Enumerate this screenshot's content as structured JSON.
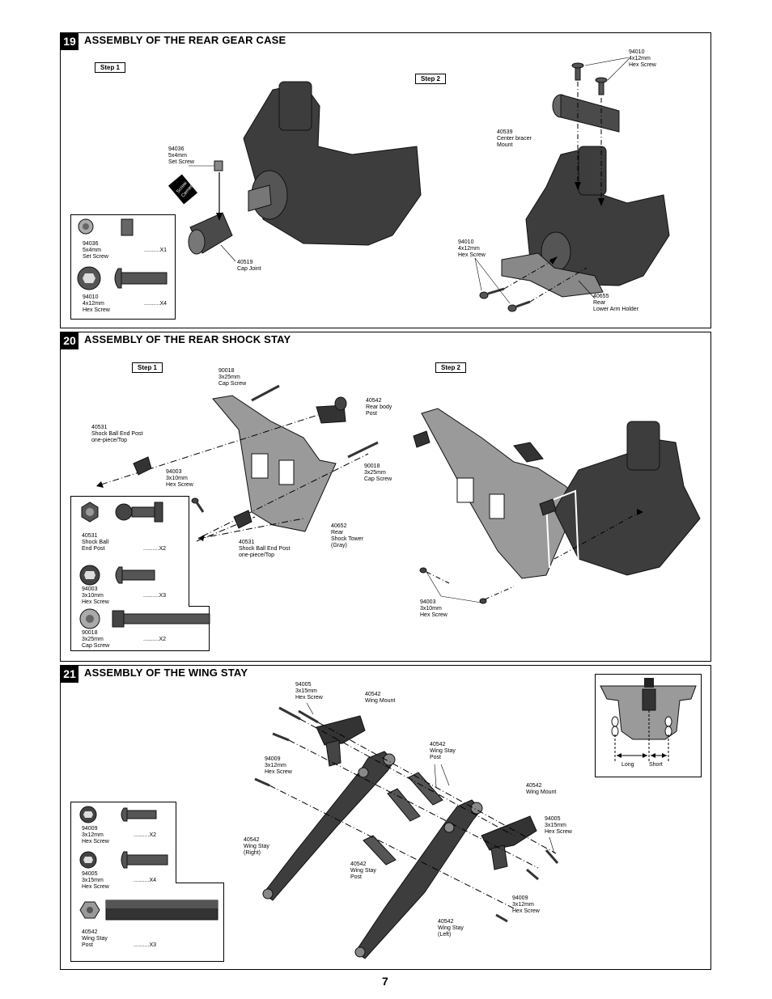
{
  "sec19": {
    "num": "19",
    "title": "ASSEMBLY OF THE REAR GEAR CASE",
    "step1": "Step 1",
    "step2": "Step 2",
    "lbl_94036": "94036\n5x4mm\nSet Screw",
    "lbl_screw_cement": "Screw\nCement",
    "lbl_40519": "40519\nCap Joint",
    "lbl_94010_top": "94010\n4x12mm\nHex Screw",
    "lbl_40539": "40539\nCenter bracer\nMount",
    "lbl_94010_side": "94010\n4x12mm\nHex Screw",
    "lbl_40655": "40655\nRear\nLower Arm Holder",
    "parts": [
      {
        "text": "94036\n5x4mm\nSet Screw",
        "qty": "..........X1"
      },
      {
        "text": "94010\n4x12mm\nHex Screw",
        "qty": "..........X4"
      }
    ]
  },
  "sec20": {
    "num": "20",
    "title": "ASSEMBLY OF THE REAR SHOCK STAY",
    "step1": "Step 1",
    "step2": "Step 2",
    "lbl_90018_top": "90018\n3x25mm\nCap Screw",
    "lbl_40542": "40542\nRear body\nPost",
    "lbl_40531_top": "40531\nShock Ball End Post\none-piece/Top",
    "lbl_94003_mid": "94003\n3x10mm\nHex Screw",
    "lbl_90018_mid": "90018\n3x25mm\nCap Screw",
    "lbl_40652": "40652\nRear\nShock Tower\n(Gray)",
    "lbl_40531_bot": "40531\nShock Ball End Post\none-piece/Top",
    "lbl_94003_right": "94003\n3x10mm\nHex Screw",
    "parts": [
      {
        "text": "40531\nShock Ball\nEnd Post",
        "qty": "..........X2"
      },
      {
        "text": "94003\n3x10mm\nHex Screw",
        "qty": "..........X3"
      },
      {
        "text": "90018\n3x25mm\nCap Screw",
        "qty": "..........X2"
      }
    ]
  },
  "sec21": {
    "num": "21",
    "title": "ASSEMBLY OF THE WING STAY",
    "lbl_94005_top": "94005\n3x15mm\nHex Screw",
    "lbl_40542_mount_top": "40542\nWing Mount",
    "lbl_94009_left": "94009\n3x12mm\nHex Screw",
    "lbl_40542_post_top": "40542\nWing Stay\nPost",
    "lbl_40542_mount_right": "40542\nWing Mount",
    "lbl_94005_right": "94005\n3x15mm\nHex Screw",
    "lbl_40542_right": "40542\nWing Stay\n(Right)",
    "lbl_40542_post_bot": "40542\nWing Stay\nPost",
    "lbl_94009_right": "94009\n3x12mm\nHex Screw",
    "lbl_40542_left": "40542\nWing Stay\n(Left)",
    "inset_long": "Long",
    "inset_short": "Short",
    "parts": [
      {
        "text": "94009\n3x12mm\nHex Screw",
        "qty": "..........X2"
      },
      {
        "text": "94005\n3x15mm\nHex Screw",
        "qty": "..........X4"
      },
      {
        "text": "40542\nWing Stay\nPost",
        "qty": "..........X3"
      }
    ]
  },
  "page_number": "7",
  "colors": {
    "part_dark": "#3a3a3a",
    "part_gray": "#8a8a8a",
    "part_light": "#c8c8c8"
  }
}
